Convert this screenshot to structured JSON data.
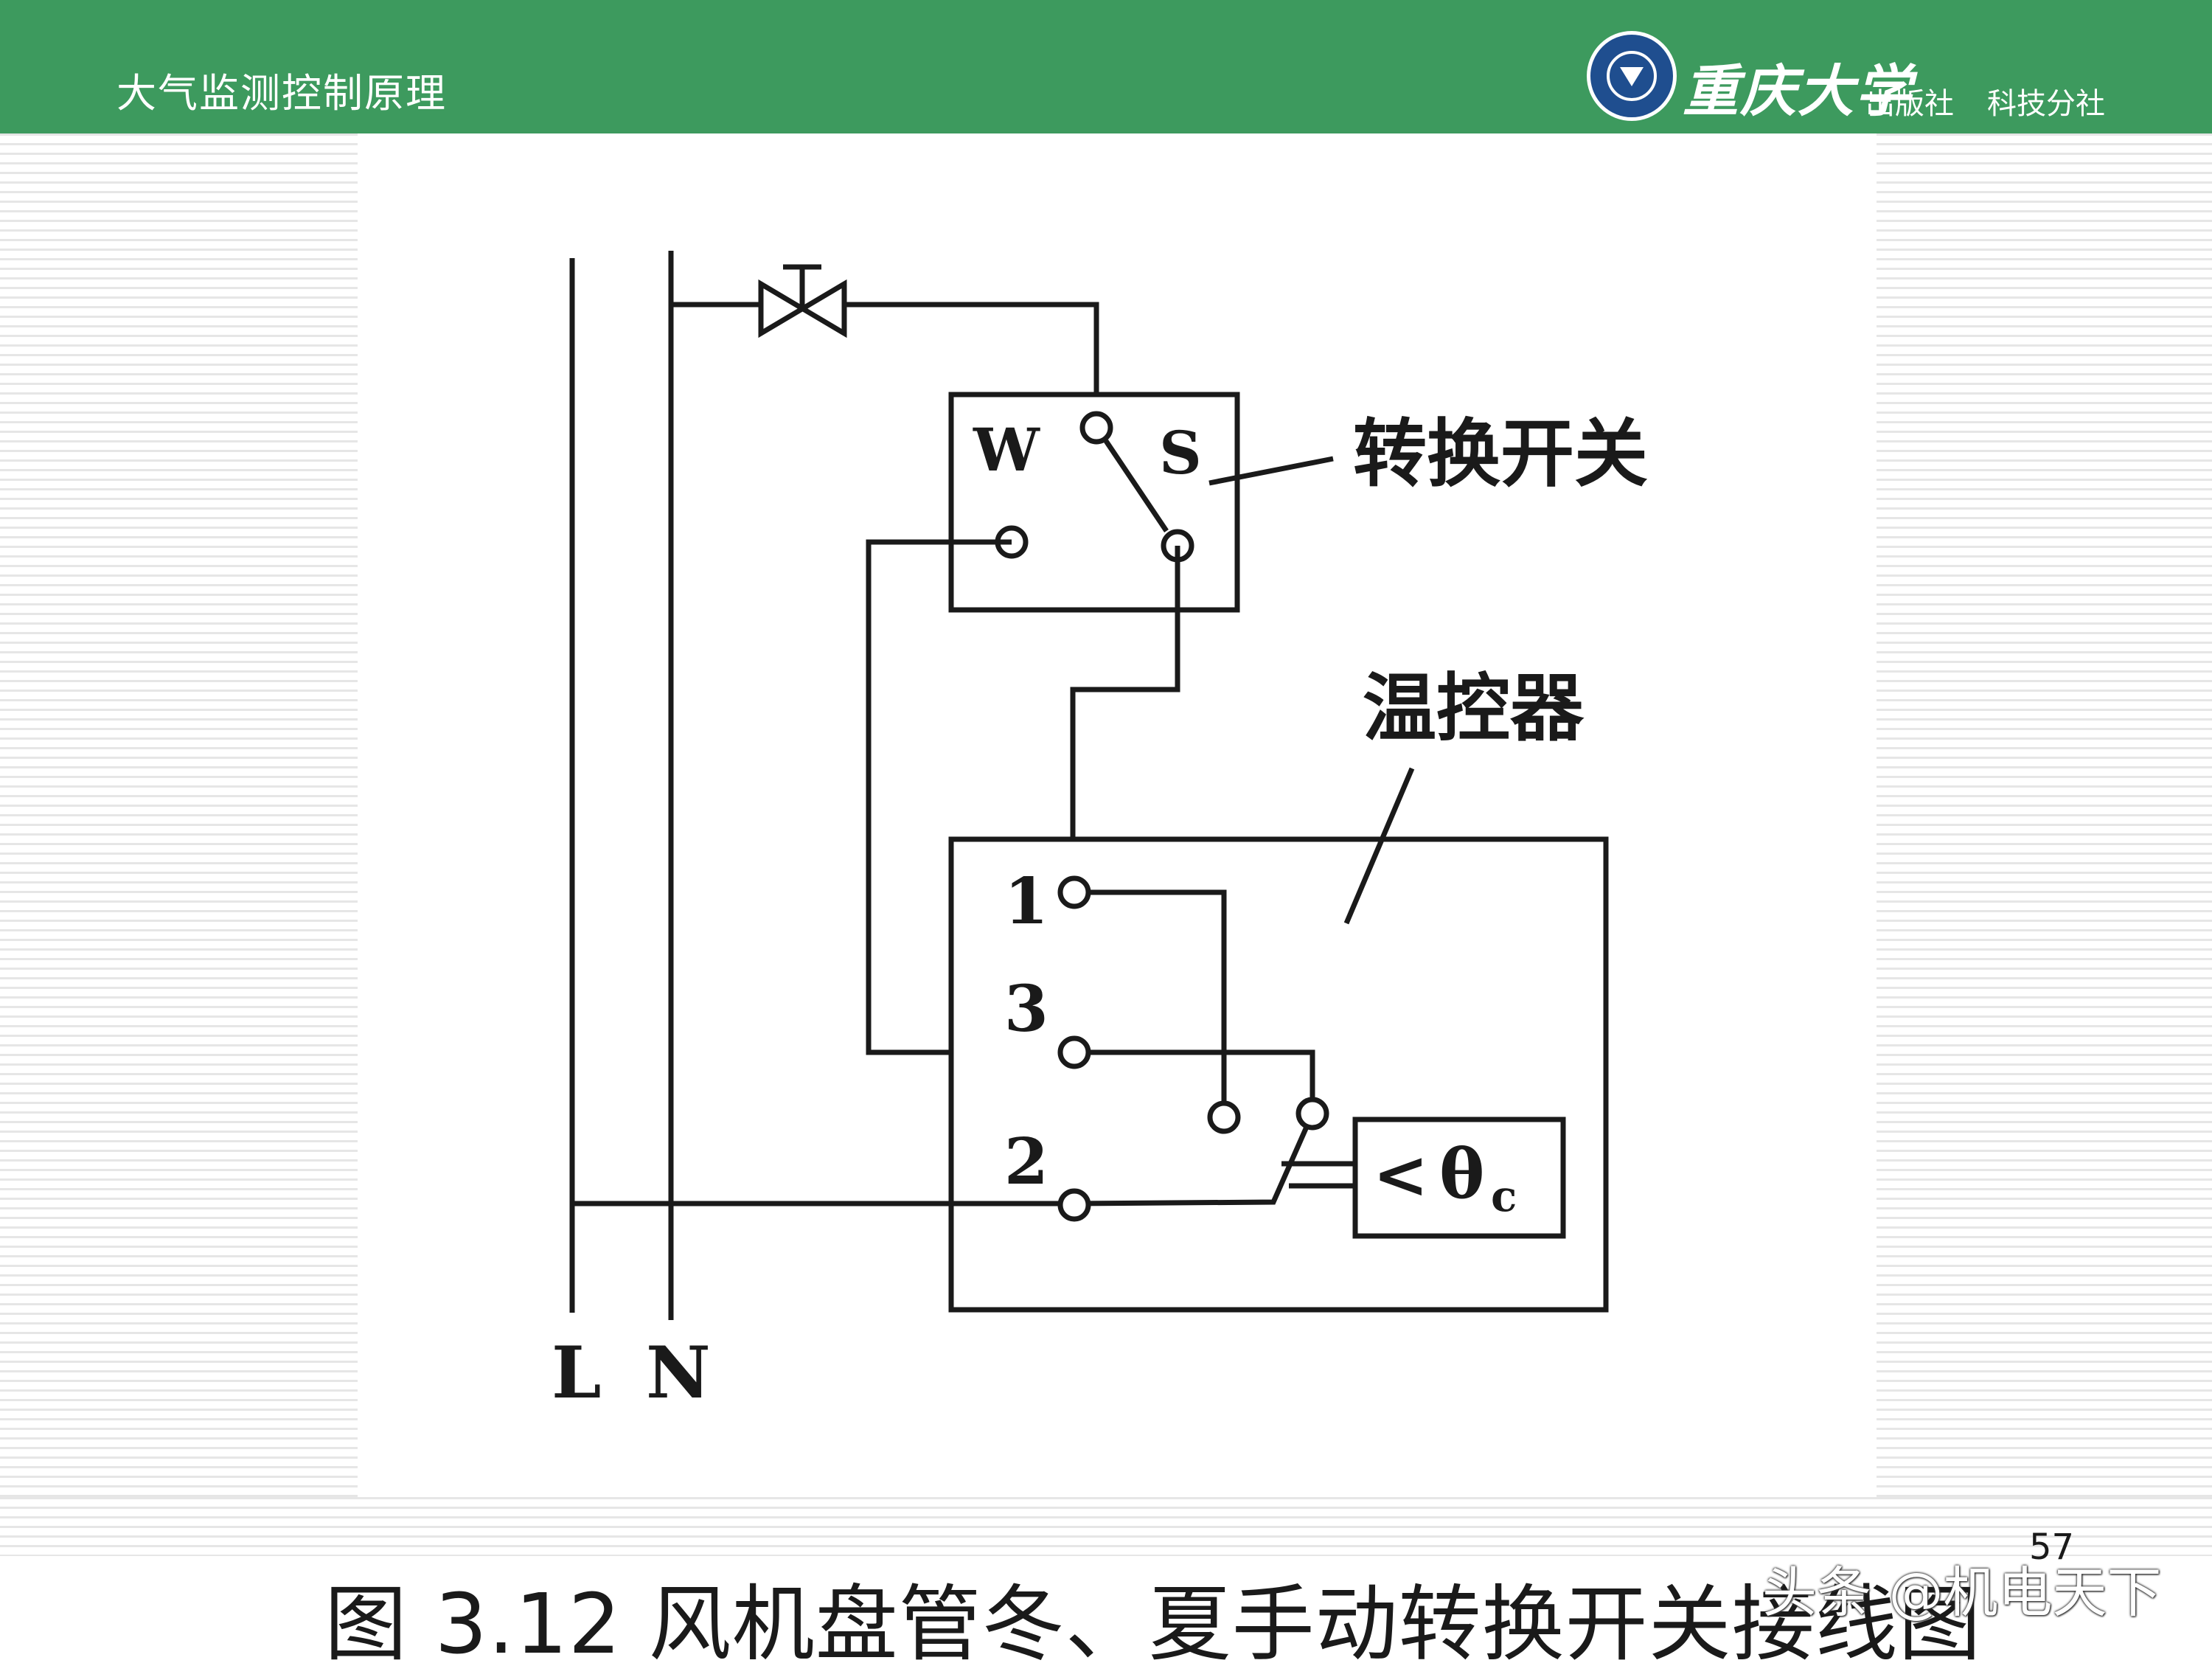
{
  "header": {
    "course_title": "大气监测控制原理",
    "university": "重庆大学",
    "publisher_label": "出版社",
    "branch_label": "科技分社",
    "colors": {
      "bar": "#3d9a5e",
      "seal": "#1f4e8f"
    }
  },
  "diagram": {
    "power_lines": [
      "L",
      "N"
    ],
    "switch": {
      "label": "转换开关",
      "positions": [
        "W",
        "S"
      ]
    },
    "thermostat": {
      "label": "温控器",
      "terminals": [
        "1",
        "3",
        "2"
      ],
      "sensor_symbol": "θ",
      "sensor_subscript": "c",
      "sensor_comparator": "<"
    }
  },
  "caption": "图 3.12 风机盘管冬、夏手动转换开关接线图",
  "page_number": "57",
  "watermark": "头条 @机电天下"
}
